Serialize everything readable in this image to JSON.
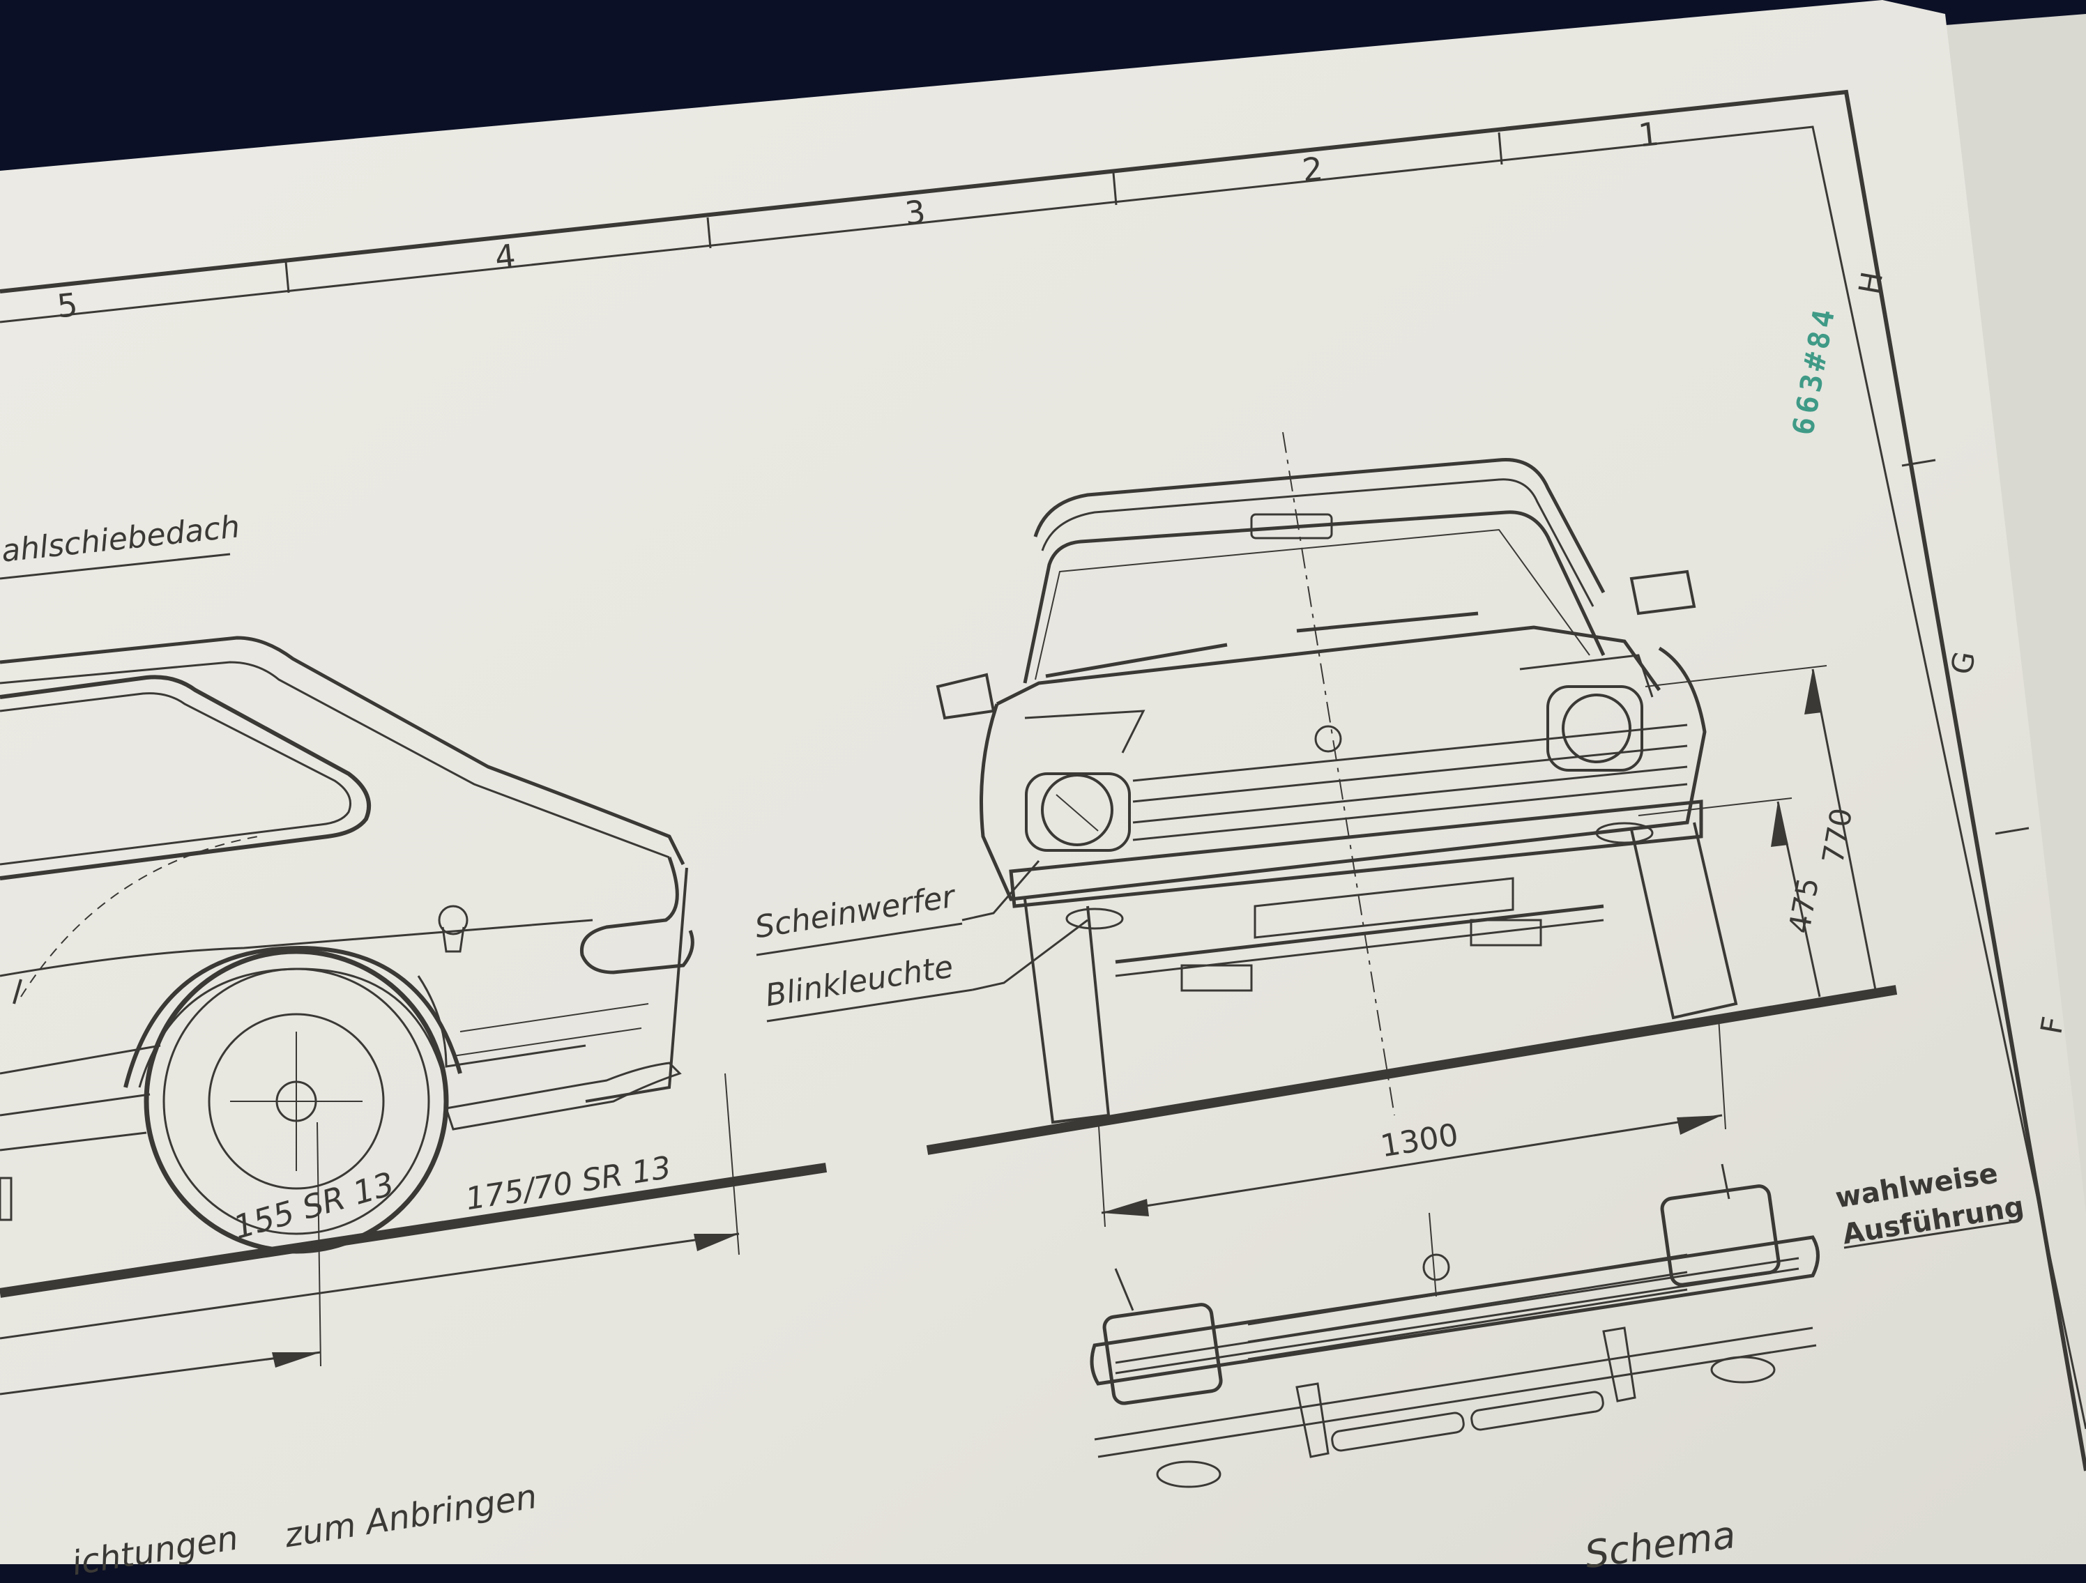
{
  "colors": {
    "background": "#0b1026",
    "paper": "#e7e6df",
    "ink": "#3b3935",
    "stamp": "#3f9a86"
  },
  "frame": {
    "column_numbers": [
      "5",
      "4",
      "3",
      "2",
      "1"
    ],
    "row_letters": [
      "H",
      "G",
      "F"
    ]
  },
  "stamp": "663#84",
  "labels": {
    "sunroof": "ahlschiebedach",
    "headlight": "Scheinwerfer",
    "indicator": "Blinkleuchte",
    "tire_rear": "155 SR 13",
    "tire_alt": "175/70 SR 13",
    "optional_line1": "wahlweise",
    "optional_line2": "Ausführung",
    "bottom_line1": "zum   Anbringen",
    "bottom_line2": "ichtungen",
    "bottom_right": "Schema"
  },
  "dimensions": {
    "track_width": "1300",
    "height_total": "770",
    "height_headlight": "475"
  }
}
